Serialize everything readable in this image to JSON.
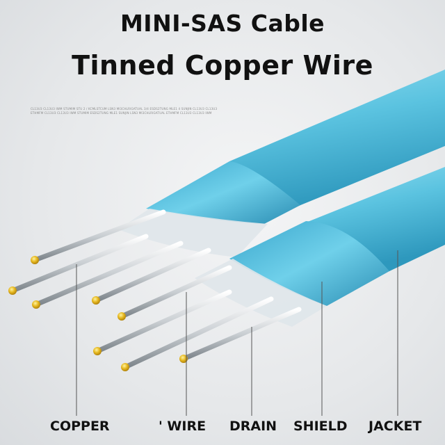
{
  "title_line1": "MINI-SAS Cable",
  "title_line2": "Tinned Copper Wire",
  "fine_print": [
    "CL13U3 CL13U3 IWM STUMIM STU 2 / KCMLSTCUM LSN3 MI3CHLRIGATUAL 3/4 ESDS2TUNG MLE1 4 SUNJIN CL13U3 CL13U3",
    "ETHMFM CL13U3 CL13U3 IWM STUMIM ESDS2TUNG MLE1 SUNJIN LSN3 MI3CHLRIGATUAL ETHMFM CL13U3 CL13U3 IWM"
  ],
  "labels": {
    "copper": "COPPER",
    "wire": "' WIRE",
    "drain": "DRAIN",
    "shield": "SHIELD",
    "jacket": "JACKET"
  },
  "colors": {
    "jacket": "#5bc3e0",
    "shield": "#46b4d6",
    "conductor_tip": "#e0b21c",
    "background": "#e6e8ea"
  }
}
